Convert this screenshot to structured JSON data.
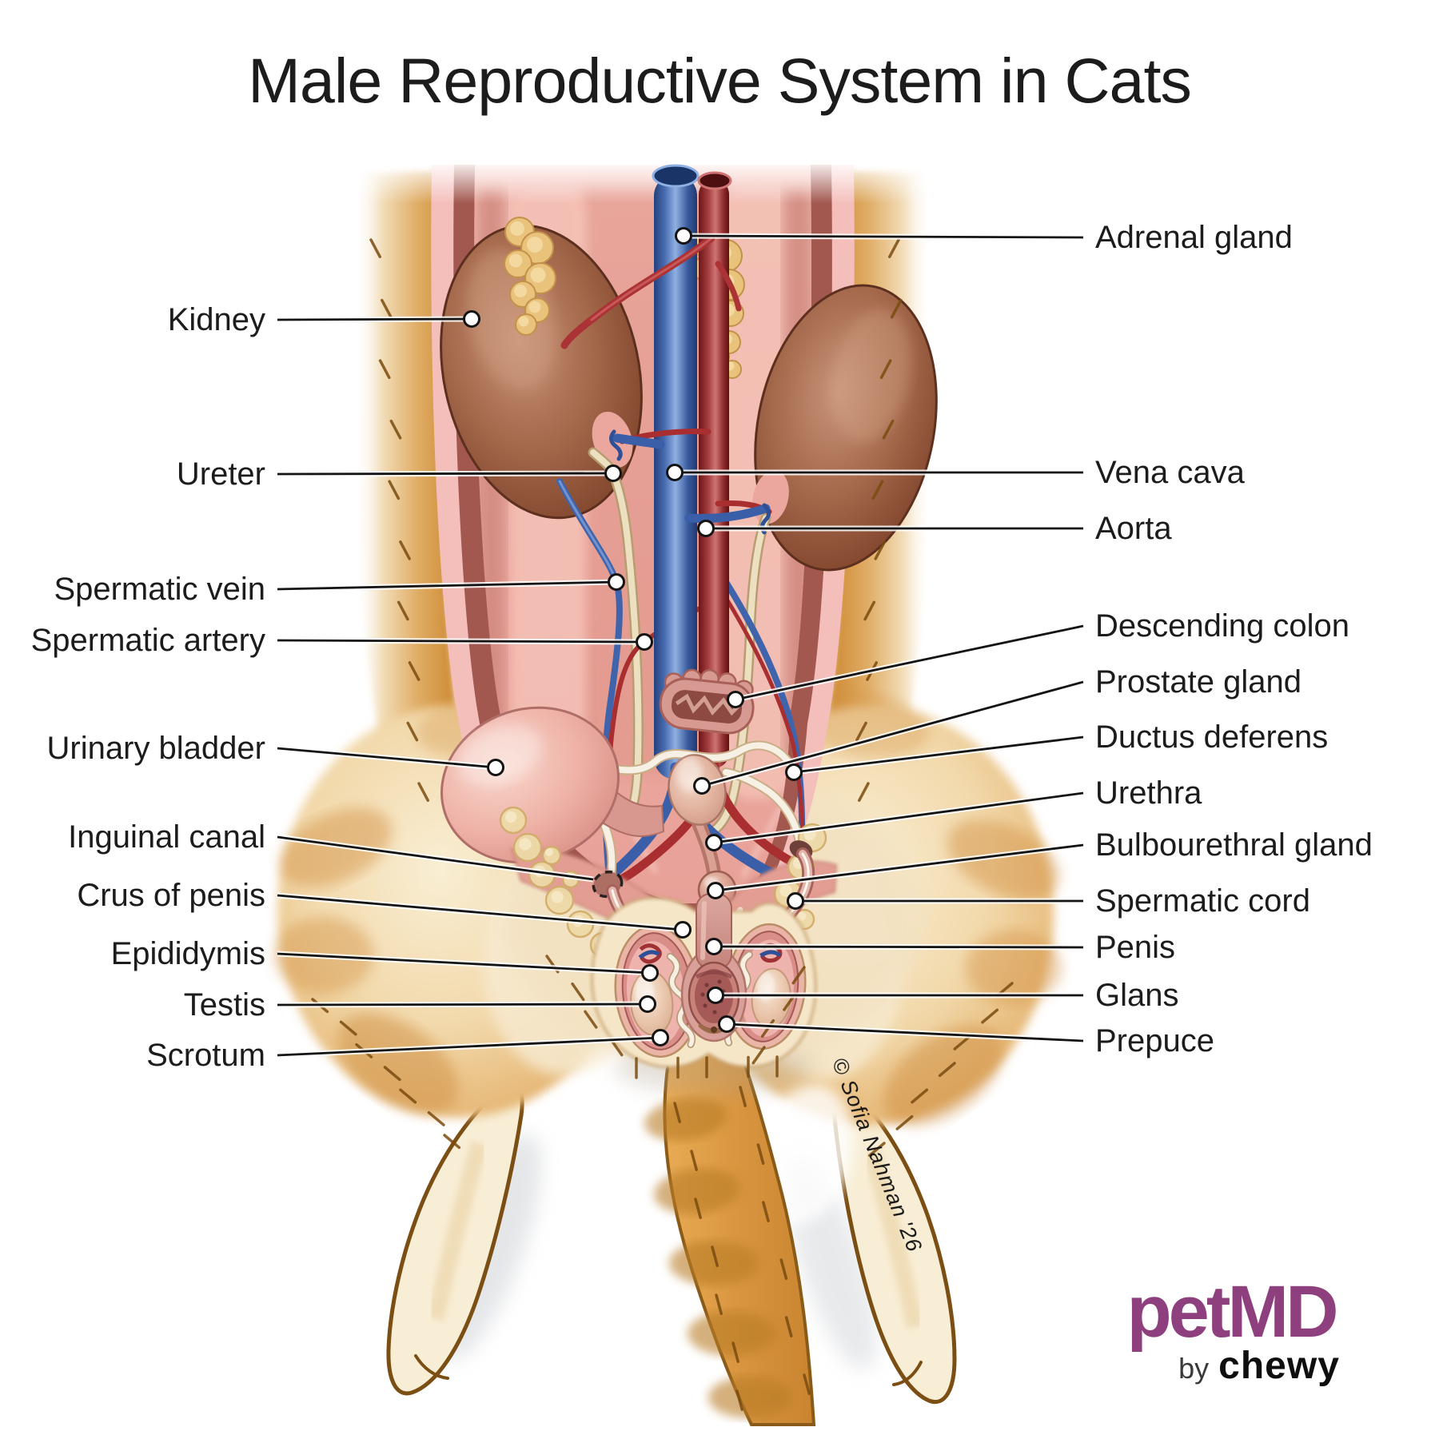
{
  "title": "Male Reproductive System in Cats",
  "diagram": {
    "left_labels": [
      "Kidney",
      "Ureter",
      "Spermatic vein",
      "Spermatic artery",
      "Urinary bladder",
      "Inguinal canal",
      "Crus of penis",
      "Epididymis",
      "Testis",
      "Scrotum"
    ],
    "right_labels": [
      "Adrenal gland",
      "Vena cava",
      "Aorta",
      "Descending colon",
      "Prostate gland",
      "Ductus deferens",
      "Urethra",
      "Bulbourethral gland",
      "Spermatic cord",
      "Penis",
      "Glans",
      "Prepuce"
    ]
  },
  "signature": "© Sofia Nahman '26",
  "logo": {
    "pet": "pet",
    "md": "MD",
    "by": "by",
    "chewy": "chewy"
  },
  "colors": {
    "petmd_purple": "#8e3f7d",
    "chewy_black": "#101010",
    "label_text": "#1c1c1c",
    "leader_line": "#141414"
  }
}
